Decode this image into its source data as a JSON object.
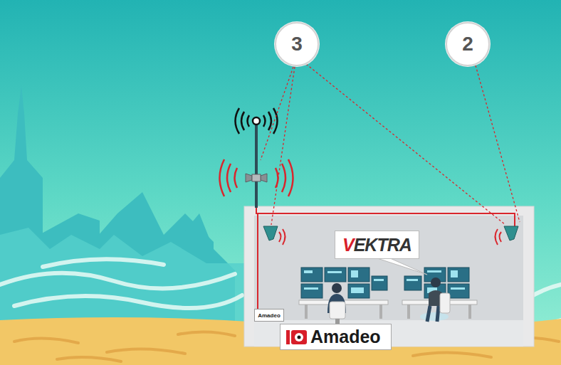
{
  "diagram": {
    "nodes": [
      {
        "text": [
          "3"
        ]
      },
      {
        "text": [
          "2"
        ]
      },
      {
        "text": [
          "VEKTRA"
        ]
      },
      {
        "text": [
          "Amadeo"
        ]
      },
      {
        "text": [
          "Amadeo"
        ]
      }
    ]
  }
}
